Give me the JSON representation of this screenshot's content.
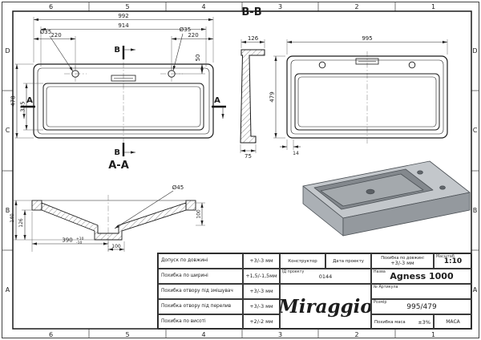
{
  "sheet": {
    "cols": [
      "6",
      "5",
      "4",
      "3",
      "2",
      "1"
    ],
    "rows": [
      "D",
      "C",
      "B",
      "A"
    ]
  },
  "top_view": {
    "dim_992": "992",
    "dim_914": "914",
    "dim_220_left": "220",
    "dim_220_right": "220",
    "dia_35_left": "Ø35",
    "dia_35_right": "Ø35",
    "dim_50": "50",
    "dim_478": "478",
    "dim_335": "335",
    "section_b_top": "B",
    "section_b_bottom": "B",
    "section_a_left": "A",
    "section_a_right": "A"
  },
  "section_bb": {
    "title": "B-B",
    "dim_126": "126",
    "dim_75": "75"
  },
  "plan_view": {
    "dim_995": "995",
    "dim_479": "479",
    "dim_14": "14"
  },
  "section_aa": {
    "title": "A-A",
    "dia_45": "Ø45",
    "dim_140": "140",
    "dim_126": "126",
    "dim_390": "390",
    "tol_plus": "+10",
    "tol_minus": "-10",
    "dim_100_bottom": "100",
    "dim_100_right": "100"
  },
  "title_block": {
    "rows": [
      {
        "label": "Допуск по довжині",
        "value": "+3/-3 мм"
      },
      {
        "label": "Похибка по ширині",
        "value": "+1,5/-1,5мм"
      },
      {
        "label": "Похибка отвору під змішувач",
        "value": "+3/-3 мм"
      },
      {
        "label": "Похибка отвору під перелив",
        "value": "+3/-3 мм"
      },
      {
        "label": "Похибка по висоті",
        "value": "+2/-2 мм"
      }
    ],
    "constructor_label": "Конструктор",
    "date_label": "Дата проекту",
    "project_label": "ІД проекту",
    "project_value": "0144",
    "brand": "Miraggio",
    "tol_length_label": "Похибка по довжині",
    "tol_length_value": "+3/-3 мм",
    "scale_label": "Масштаб",
    "scale_value": "1:10",
    "name_label": "Назва",
    "name_value": "Agness 1000",
    "article_label": "№ Артикула",
    "size_label": "Розмір",
    "size_value": "995/479",
    "mass_tol_label": "Похибка маса",
    "mass_tol_value": "±3%",
    "mass_label": "МАСА"
  }
}
